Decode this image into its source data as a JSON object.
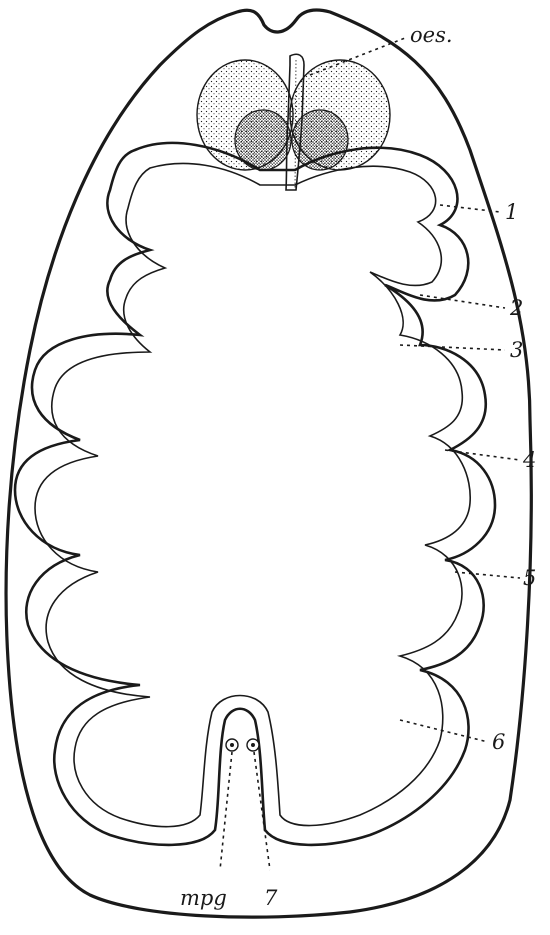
{
  "diagram": {
    "colors": {
      "ink": "#1a1a1a",
      "paper": "#ffffff",
      "stipple": "#2a2a2a"
    },
    "labels": {
      "oes": "oes.",
      "1": "1",
      "2": "2",
      "3": "3",
      "4": "4",
      "5": "5",
      "6": "6",
      "7": "7",
      "mpg": "mpg"
    }
  }
}
